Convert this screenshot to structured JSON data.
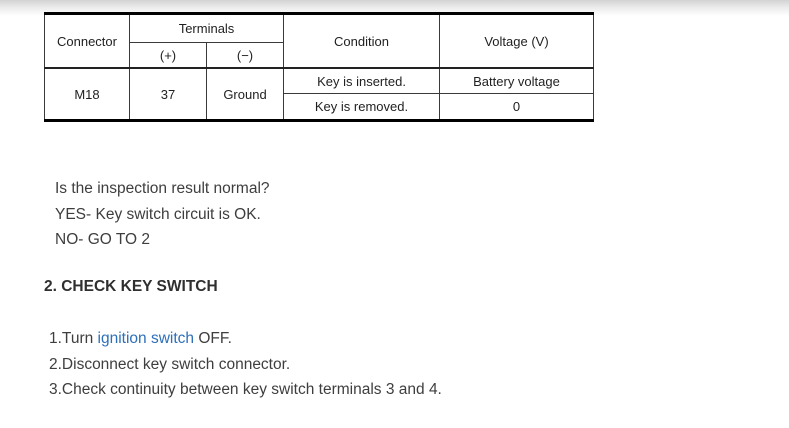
{
  "table": {
    "headers": {
      "connector": "Connector",
      "terminals": "Terminals",
      "plus": "(+)",
      "minus": "(−)",
      "condition": "Condition",
      "voltage": "Voltage (V)"
    },
    "row": {
      "connector": "M18",
      "plus": "37",
      "minus": "Ground",
      "conditions": [
        {
          "condition": "Key is inserted.",
          "voltage": "Battery voltage"
        },
        {
          "condition": "Key is removed.",
          "voltage": "0"
        }
      ]
    }
  },
  "result_block": {
    "question": "Is the inspection result normal?",
    "yes": "YES- Key switch circuit is OK.",
    "no": "NO- GO TO 2"
  },
  "step_heading": "2. CHECK KEY SWITCH",
  "steps": {
    "step1_prefix": "1.Turn ",
    "step1_link": "ignition switch",
    "step1_suffix": " OFF.",
    "step2": "2.Disconnect key switch connector.",
    "step3": "3.Check continuity between key switch terminals 3 and 4."
  },
  "colors": {
    "link": "#2c6fba",
    "body_text": "#3e3e3e",
    "table_border": "#000000"
  }
}
